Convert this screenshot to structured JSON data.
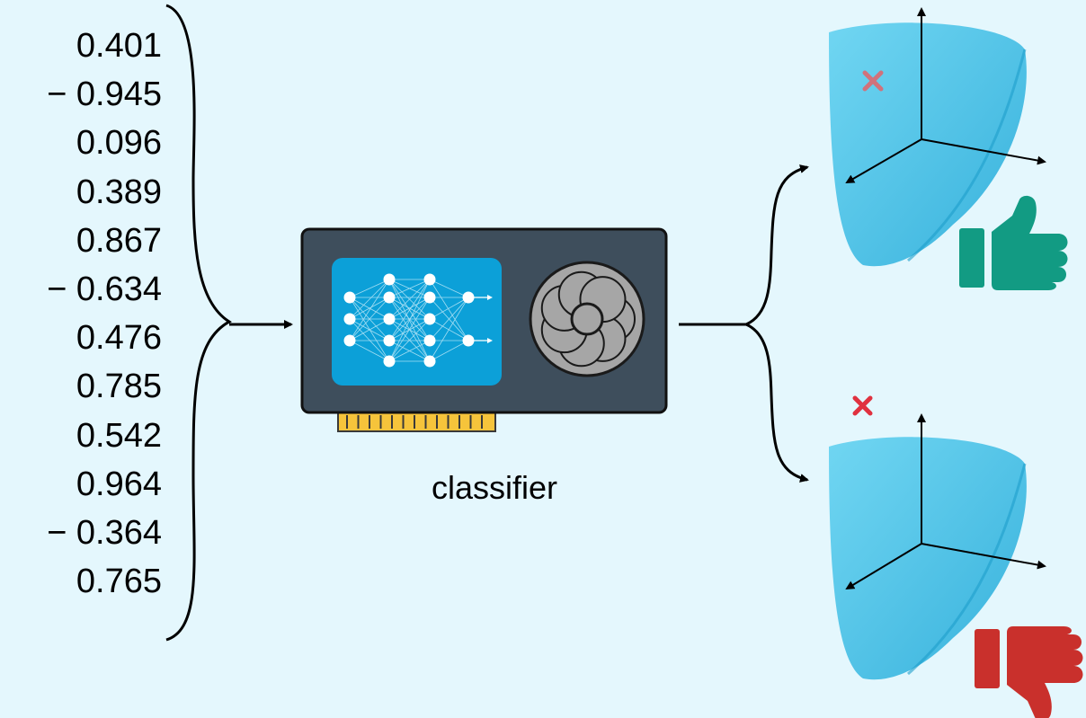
{
  "input_vector": [
    "0.401",
    "− 0.945",
    "0.096",
    "0.389",
    "0.867",
    "− 0.634",
    "0.476",
    "0.785",
    "0.542",
    "0.964",
    "− 0.364",
    "0.765"
  ],
  "classifier": {
    "label": "classifier"
  },
  "outcomes": {
    "accept": {
      "icon": "thumbs-up-icon",
      "color": "#129b83"
    },
    "reject": {
      "icon": "thumbs-down-icon",
      "color": "#c9302c"
    }
  },
  "colors": {
    "background": "#e4f7fd",
    "card_body": "#3e4e5c",
    "nn_panel": "#0ca0d8",
    "connector_pins": "#f6c43b",
    "fan": "#a6a6a6",
    "surface": "#37bde6",
    "marker_faint": "#d0727c",
    "marker": "#e0313f"
  }
}
